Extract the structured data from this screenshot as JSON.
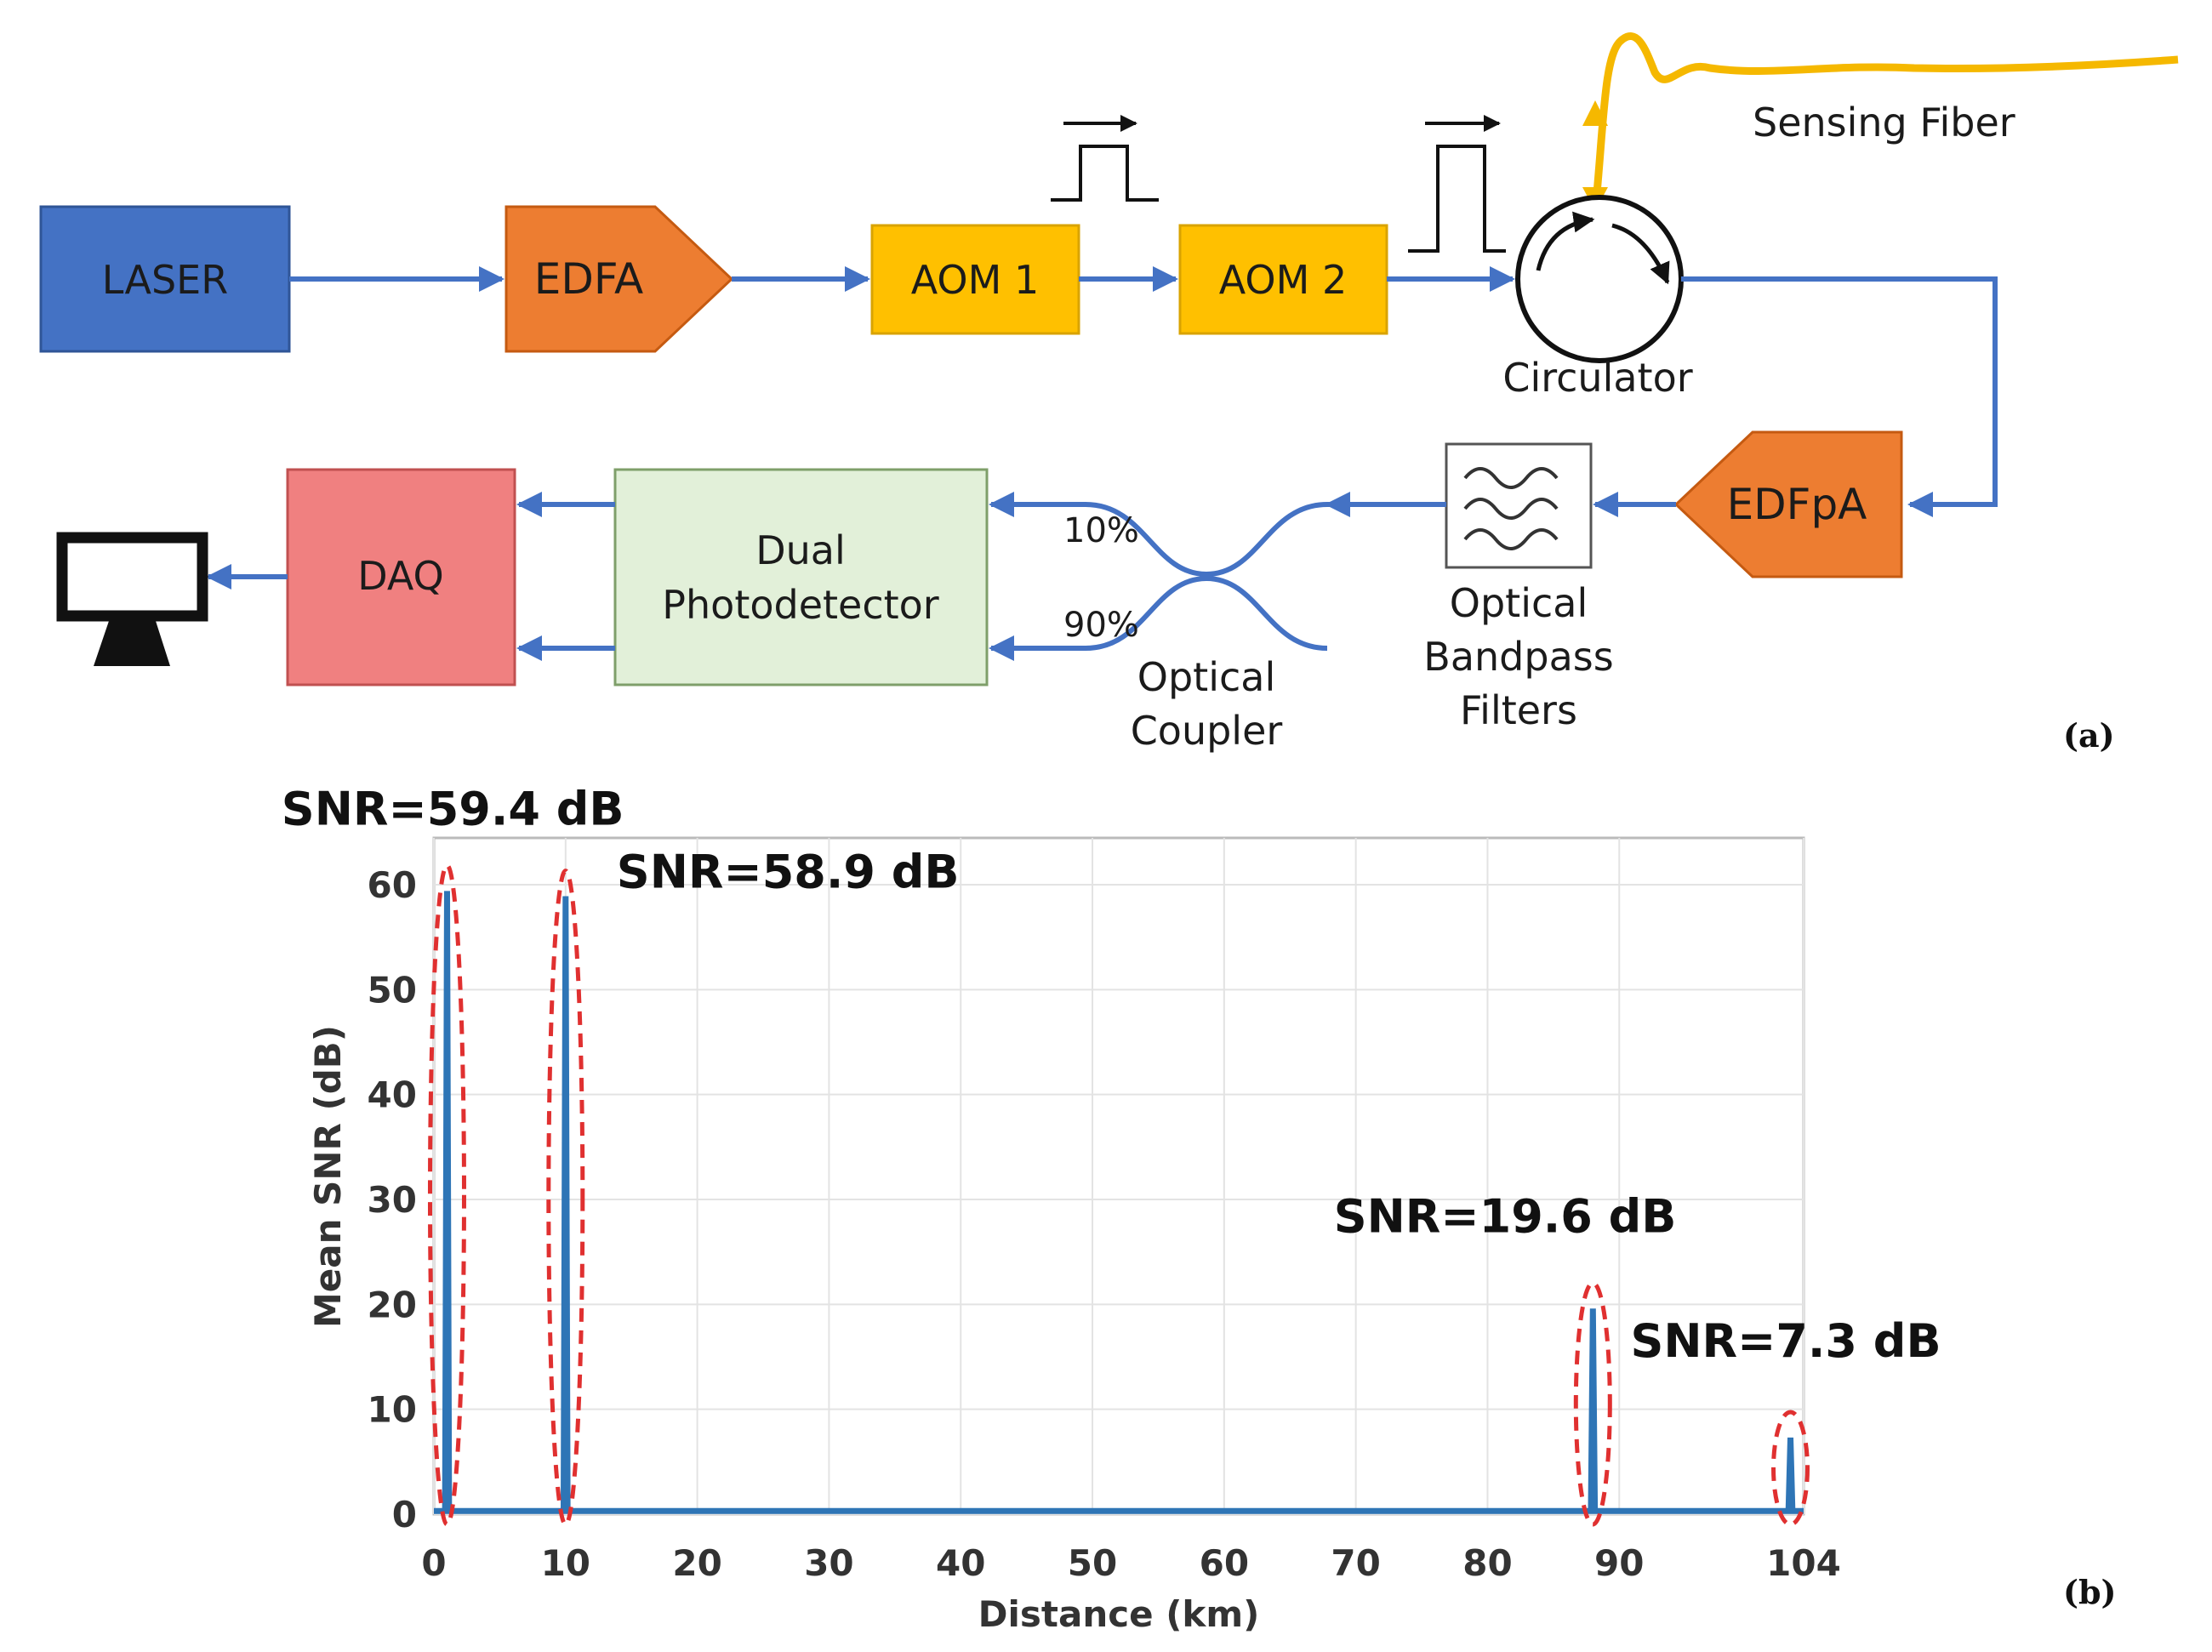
{
  "diagram": {
    "blocks": {
      "laser": "LASER",
      "edfa": "EDFA",
      "aom1": "AOM 1",
      "aom2": "AOM 2",
      "edfpa": "EDFpA",
      "daq": "DAQ",
      "photodetector_line1": "Dual",
      "photodetector_line2": "Photodetector"
    },
    "labels": {
      "circulator": "Circulator",
      "sensing_fiber": "Sensing Fiber",
      "filter_line1": "Optical",
      "filter_line2": "Bandpass",
      "filter_line3": "Filters",
      "coupler_line1": "Optical",
      "coupler_line2": "Coupler",
      "split_top": "10%",
      "split_bottom": "90%"
    },
    "panel_a": "(a)",
    "panel_b": "(b)",
    "colors": {
      "laser": "#4472c4",
      "edfa": "#ed7d31",
      "aom": "#ffc000",
      "daq": "#f08080",
      "photodetector": "#e2f0d9",
      "arrow": "#4472c4",
      "fiber": "#f5b800",
      "ellipse": "#e03030"
    },
    "icons": [
      "monitor-icon",
      "circulator-icon",
      "bandpass-filter-icon",
      "pulse-icon"
    ]
  },
  "chart_data": {
    "type": "line",
    "xlabel": "Distance (km)",
    "ylabel": "Mean SNR (dB)",
    "xlim": [
      0,
      104
    ],
    "ylim": [
      0,
      60
    ],
    "xticks": [
      0,
      10,
      20,
      30,
      40,
      50,
      60,
      70,
      80,
      90,
      104
    ],
    "yticks": [
      0,
      10,
      20,
      30,
      40,
      50,
      60
    ],
    "grid": true,
    "baseline": 0.3,
    "peaks": [
      {
        "x": 1.0,
        "y": 59.4,
        "label": "SNR=59.4 dB"
      },
      {
        "x": 10.0,
        "y": 58.9,
        "label": "SNR=58.9 dB"
      },
      {
        "x": 88.0,
        "y": 19.6,
        "label": "SNR=19.6 dB"
      },
      {
        "x": 103.0,
        "y": 7.3,
        "label": "SNR=7.3 dB"
      }
    ]
  }
}
